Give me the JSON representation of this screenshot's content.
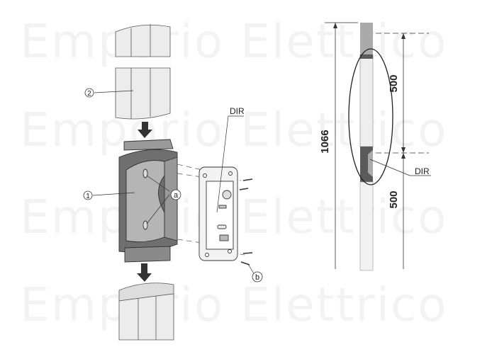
{
  "watermark": "Emporio Elettrico",
  "callouts": {
    "part_1": "1",
    "part_2": "2",
    "a": "a",
    "b": "b",
    "dir_left": "DIR",
    "dir_right": "DIR"
  },
  "dimensions": {
    "total": "1066",
    "upper": "500",
    "lower": "500"
  },
  "colors": {
    "dark_body": "#6f6f6f",
    "light_body": "#e6e6e6",
    "line": "#333333"
  }
}
